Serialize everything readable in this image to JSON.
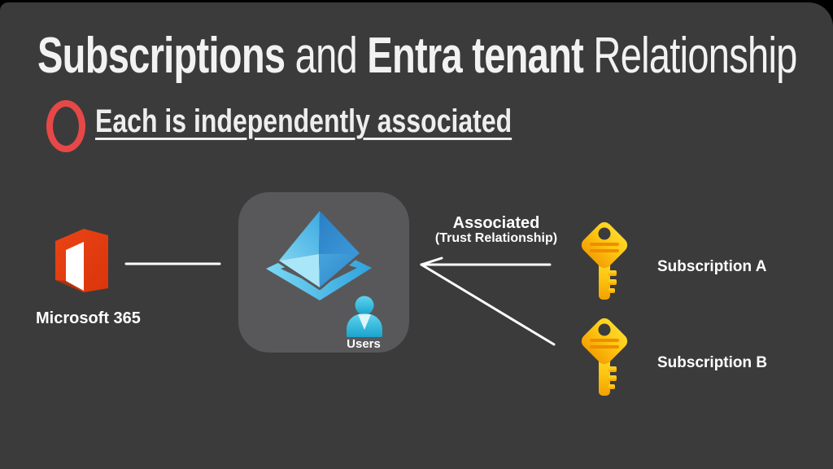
{
  "slide": {
    "title": {
      "bold_1": "Subscriptions",
      "regular_1": " and ",
      "bold_2": "Entra tenant",
      "regular_2": " Relationship"
    },
    "bullet": {
      "marker_icon": "red-ellipse-highlight",
      "text": "Each is independently associated"
    },
    "diagram": {
      "m365": {
        "icon": "microsoft-office-logo",
        "label": "Microsoft 365"
      },
      "tenant": {
        "icon": "entra-tenant-pyramid",
        "user_icon": "user-person",
        "users_label": "Users"
      },
      "association": {
        "label": "Associated",
        "sublabel": "(Trust Relationship)"
      },
      "subscription_a": {
        "icon": "key",
        "label": "Subscription A"
      },
      "subscription_b": {
        "icon": "key",
        "label": "Subscription B"
      }
    },
    "colors": {
      "frame": "#000000",
      "slide_background": "#3b3b3c",
      "panel_gray": "#58585b",
      "title_text": "#f2f2f2",
      "highlight_red": "#e64848",
      "office_orange": "#e23c0e",
      "office_fold_dark": "#aa330c",
      "entra_blue_dark": "#2a7fc4",
      "entra_blue_light": "#a9e6f8",
      "entra_cyan_slab": "#3fc0ea",
      "key_yellow": "#fdc50f",
      "key_lines_orange": "#ef8d00",
      "person_cyan": "#29b6d9",
      "connector_white": "#ffffff"
    }
  }
}
